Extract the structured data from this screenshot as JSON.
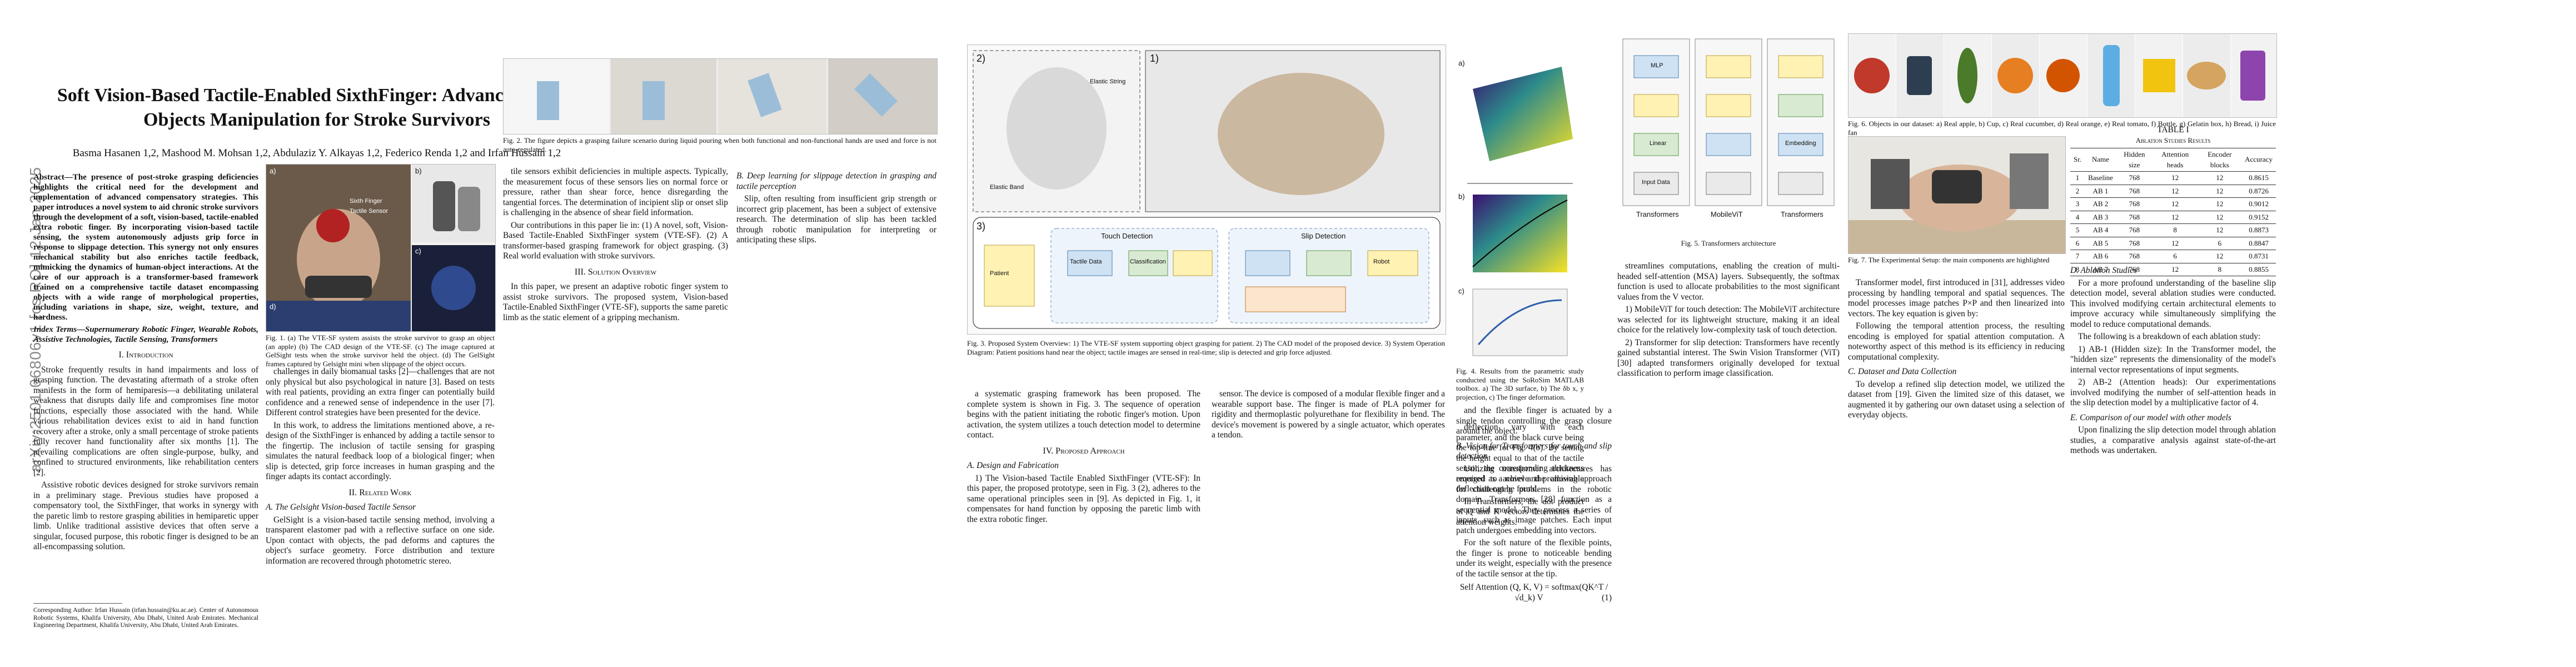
{
  "arxiv_id": "arXiv:2501.06806v1  [cs.RO]  12 Jan 2025",
  "paper": {
    "title": "Soft Vision-Based Tactile-Enabled SixthFinger: Advancing Daily Objects Manipulation for Stroke Survivors",
    "authors": "Basma Hasanen 1,2, Mashood M. Mohsan 1,2, Abdulaziz Y. Alkayas 1,2, Federico Renda 1,2 and Irfan Hussain 1,2"
  },
  "col1": {
    "abstract": "Abstract—The presence of post-stroke grasping deficiencies highlights the critical need for the development and implementation of advanced compensatory strategies. This paper introduces a novel system to aid chronic stroke survivors through the development of a soft, vision-based, tactile-enabled extra robotic finger. By incorporating vision-based tactile sensing, the system autonomously adjusts grip force in response to slippage detection. This synergy not only ensures mechanical stability but also enriches tactile feedback, mimicking the dynamics of human-object interactions. At the core of our approach is a transformer-based framework trained on a comprehensive tactile dataset encompassing objects with a wide range of morphological properties, including variations in shape, size, weight, texture, and hardness.",
    "keywords": "Index Terms—Supernumerary Robotic Finger, Wearable Robots, Assistive Technologies, Tactile Sensing, Transformers",
    "sec1_title": "I. Introduction",
    "intro_p1": "Stroke frequently results in hand impairments and loss of grasping function. The devastating aftermath of a stroke often manifests in the form of hemiparesis—a debilitating unilateral weakness that disrupts daily life and compromises fine motor functions, especially those associated with the hand. While various rehabilitation devices exist to aid in hand function recovery after a stroke, only a small percentage of stroke patients fully recover hand functionality after six months [1]. The prevailing complications are often single-purpose, bulky, and confined to structured environments, like rehabilitation centers [2].",
    "intro_p2": "Assistive robotic devices designed for stroke survivors remain in a preliminary stage. Previous studies have proposed a compensatory tool, the SixthFinger, that works in synergy with the paretic limb to restore grasping abilities in hemiparetic upper limb. Unlike traditional assistive devices that often serve a singular, focused purpose, this robotic finger is designed to be an all-encompassing solution.",
    "footnotes": "Corresponding Author: Irfan Hussain (irfan.hussain@ku.ac.ae). Center of Autonomous Robotic Systems, Khalifa University, Abu Dhabi, United Arab Emirates. Mechanical Engineering Department, Khalifa University, Abu Dhabi, United Arab Emirates."
  },
  "fig1": {
    "labels": [
      "a)",
      "b)",
      "c)",
      "d)",
      "Sixth Finger",
      "Tactile Sensor"
    ],
    "caption": "Fig. 1. (a) The VTE-SF system assists the stroke survivor to grasp an object (an apple) (b) The CAD design of the VTE-SF. (c) The image captured at GelSight tests when the stroke survivor held the object. (d) The GelSight frames captured by Gelsight mini when slippage of the object occurs."
  },
  "col2": {
    "p1": "challenges in daily biomanual tasks [2]—challenges that are not only physical but also psychological in nature [3]. Based on tests with real patients, providing an extra finger can potentially build confidence and a renewed sense of independence in the user [7]. Different control strategies have been presented for the device.",
    "p2": "In this work, to address the limitations mentioned above, a re-design of the SixthFinger is enhanced by adding a tactile sensor to the fingertip. The inclusion of tactile sensing for grasping simulates the natural feedback loop of a biological finger; when slip is detected, grip force increases in human grasping and the finger adapts its contact accordingly.",
    "sec2_title": "II. Related Work",
    "sub_a": "A. The Gelsight Vision-based Tactile Sensor",
    "p3": "GelSight is a vision-based tactile sensing method, involving a transparent elastomer pad with a reflective surface on one side. Upon contact with objects, the pad deforms and captures the object's surface geometry. Force distribution and texture information are recovered through photometric stereo."
  },
  "fig2": {
    "caption": "Fig. 2. The figure depicts a grasping failure scenario during liquid pouring when both functional and non-functional hands are used and force is not auto-regulated."
  },
  "col3": {
    "p1": "tile sensors exhibit deficiencies in multiple aspects. Typically, the measurement focus of these sensors lies on normal force or pressure, rather than shear force, hence disregarding the tangential forces. The determination of incipient slip or onset slip is challenging in the absence of shear field information.",
    "p2": "Our contributions in this paper lie in: (1) A novel, soft, Vision-Based Tactile-Enabled SixthFinger system (VTE-SF). (2) A transformer-based grasping framework for object grasping. (3) Real world evaluation with stroke survivors.",
    "sub_b": "B. Deep learning for slippage detection in grasping and tactile perception",
    "p3": "Slip, often resulting from insufficient grip strength or incorrect grip placement, has been a subject of extensive research. The determination of slip has been tackled through robotic manipulation for interpreting or anticipating these slips.",
    "sec3_title": "III. Solution Overview",
    "p4": "In this paper, we present an adaptive robotic finger system to assist stroke survivors. The proposed system, Vision-based Tactile-Enabled SixthFinger (VTE-SF), supports the same paretic limb as the static element of a gripping mechanism."
  },
  "fig3": {
    "labels": [
      "2)",
      "1)",
      "3)",
      "Touch Detection",
      "Slip Detection",
      "Tactile Data",
      "Classification",
      "Patient",
      "Robot",
      "Elastic String",
      "Elastic Band"
    ],
    "caption": "Fig. 3. Proposed System Overview: 1) The VTE-SF system supporting object grasping for patient. 2) The CAD model of the proposed device. 3) System Operation Diagram: Patient positions hand near the object; tactile images are sensed in real-time; slip is detected and grip force adjusted."
  },
  "col4": {
    "p1": "a systematic grasping framework has been proposed. The complete system is shown in Fig. 3. The sequence of operation begins with the patient initiating the robotic finger's motion. Upon activation, the system utilizes a touch detection model to determine contact.",
    "sec4_title": "IV. Proposed Approach",
    "sub_a": "A. Design and Fabrication",
    "sub_a1": "1) The Vision-based Tactile Enabled SixthFinger (VTE-SF): In this paper, the proposed prototype, seen in Fig. 3 (2), adheres to the same operational principles seen in [9]. As depicted in Fig. 1, it compensates for hand function by opposing the paretic limb with the extra robotic finger.",
    "p2": "sensor. The device is composed of a modular flexible finger and a wearable support base. The finger is made of PLA polymer for rigidity and thermoplastic polyurethane for flexibility in bend. The device's movement is powered by a single actuator, which operates a tendon."
  },
  "col5": {
    "p1": "and the flexible finger is actuated by a single tendon controlling the grasp closure around the object.",
    "sec_b": "B. Vision for Transformers for touch and slip detection",
    "p2": "Utilizing transformer architectures has emerged as a novel and promising approach for challenging problems in the robotic domain. Transformers [28] function as a sequential model. They process a series of inputs, such as image patches. Each input patch undergoes embedding into vectors.",
    "p3": "For the soft nature of the flexible points, the finger is prone to noticeable bending under its weight, especially with the presence of the tactile sensor at the tip.",
    "equation": "Self Attention (Q, K, V) = softmax(QK^T / √d_k) V",
    "eq_num": "(1)"
  },
  "fig4": {
    "labels": [
      "a)",
      "b)",
      "c)"
    ],
    "caption": "Fig. 4. Results from the parametric study conducted using the SoRoSim MATLAB toolbox. a) The 3D surface, b) The δb x, y projection, c) The finger deformation."
  },
  "col6": {
    "p1": "deflection vary with each parameter, and the black curve being the top-line for Fig. 4(b). By setting the height equal to that of the tactile sensor, the corresponding thickness required to achieve the allowable deflection can be found.",
    "p2": "In Transformers, the dot product of Q and K vectors determines the attention weights."
  },
  "fig5": {
    "labels": [
      "Transformers",
      "MobileViT",
      "Transformers",
      "Input Data",
      "Linear",
      "MLP",
      "Embedding"
    ],
    "caption": "Fig. 5. Transformers architecture"
  },
  "col7": {
    "p1": "streamlines computations, enabling the creation of multi-headed self-attention (MSA) layers. Subsequently, the softmax function is used to allocate probabilities to the most significant values from the V vector.",
    "sub1": "1) MobileViT for touch detection: The MobileViT architecture was selected for its lightweight structure, making it an ideal choice for the relatively low-complexity task of touch detection.",
    "sub2": "2) Transformer for slip detection: Transformers have recently gained substantial interest. The Swin Vision Transformer (ViT) [30] adapted transformers originally developed for textual classification to perform image classification."
  },
  "fig6": {
    "caption": "Fig. 6. Objects in our dataset: a) Real apple, b) Cup, c) Real cucumber, d) Real orange, e) Real tomato, f) Bottle, g) Gelatin box, h) Bread, i) Juice fan"
  },
  "fig7": {
    "caption": "Fig. 7. The Experimental Setup: the main components are highlighted"
  },
  "col8": {
    "p1": "Transformer model, first introduced in [31], addresses video processing by handling temporal and spatial sequences. The model processes image patches P×P and then linearized into vectors. The key equation is given by:",
    "p2": "Following the temporal attention process, the resulting encoding is employed for spatial attention computation. A noteworthy aspect of this method is its efficiency in reducing computational complexity.",
    "sec_c": "C. Dataset and Data Collection",
    "p3": "To develop a refined slip detection model, we utilized the dataset from [19]. Given the limited size of this dataset, we augmented it by gathering our own dataset using a selection of everyday objects."
  },
  "table1": {
    "title": "TABLE I",
    "subtitle": "Ablation Studies Results",
    "headers": [
      "Sr.",
      "Name",
      "Hidden size",
      "Attention heads",
      "Encoder blocks",
      "Accuracy"
    ],
    "rows": [
      [
        "1",
        "Baseline",
        "768",
        "12",
        "12",
        "0.8615"
      ],
      [
        "2",
        "AB 1",
        "768",
        "12",
        "12",
        "0.8726"
      ],
      [
        "3",
        "AB 2",
        "768",
        "12",
        "12",
        "0.9012"
      ],
      [
        "4",
        "AB 3",
        "768",
        "12",
        "12",
        "0.9152"
      ],
      [
        "5",
        "AB 4",
        "768",
        "8",
        "12",
        "0.8873"
      ],
      [
        "6",
        "AB 5",
        "768",
        "12",
        "6",
        "0.8847"
      ],
      [
        "7",
        "AB 6",
        "768",
        "6",
        "12",
        "0.8731"
      ],
      [
        "8",
        "AB 7",
        "768",
        "12",
        "8",
        "0.8855"
      ]
    ]
  },
  "col9": {
    "sub_d": "D. Ablation Studies",
    "p1": "For a more profound understanding of the baseline slip detection model, several ablation studies were conducted. This involved modifying certain architectural elements to improve accuracy while simultaneously simplifying the model to reduce computational demands.",
    "p2": "The following is a breakdown of each ablation study:",
    "p3": "1) AB-1 (Hidden size): In the Transformer model, the \"hidden size\" represents the dimensionality of the model's internal vector representations of input segments.",
    "p4": "2) AB-2 (Attention heads): Our experimentations involved modifying the number of self-attention heads in the slip detection model by a multiplicative factor of 4.",
    "sub_e": "E. Comparison of our model with other models",
    "p5": "Upon finalizing the slip detection model through ablation studies, a comparative analysis against state-of-the-art methods was undertaken."
  },
  "colors": {
    "text": "#111111",
    "arxiv": "#8a8a8a",
    "diagram_blue": "#cfe2f3",
    "diagram_yellow": "#fff2b3",
    "diagram_green": "#d9ead3"
  }
}
